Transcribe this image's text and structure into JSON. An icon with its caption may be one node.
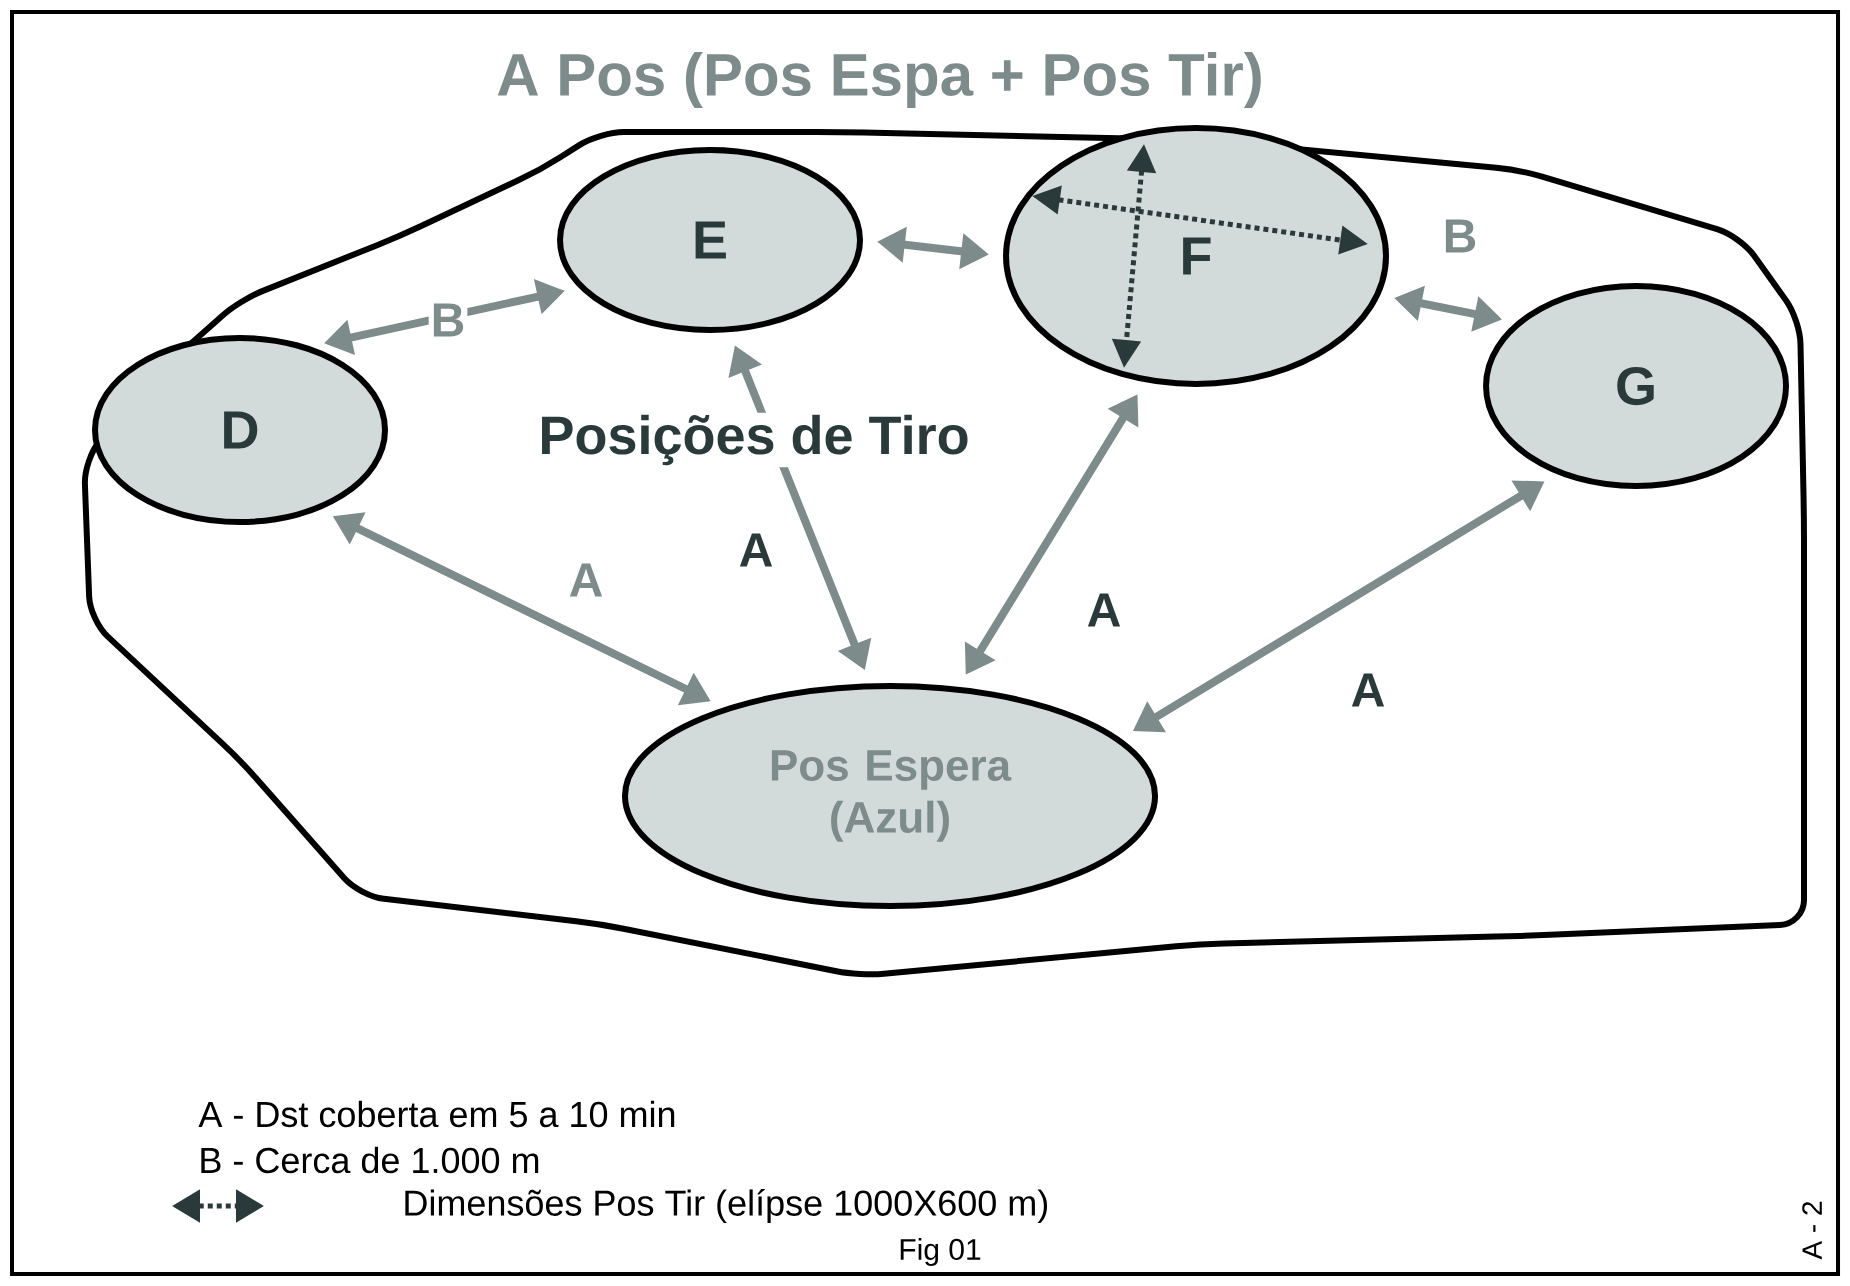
{
  "diagram": {
    "caption": "Fig 01",
    "nodes": [
      {
        "text": [
          "A Pos (Pos Espa + Pos Tir)"
        ]
      },
      {
        "text": [
          "D"
        ],
        "in": 0
      },
      {
        "text": [
          "E"
        ],
        "in": 0
      },
      {
        "text": [
          "F"
        ],
        "in": 0
      },
      {
        "text": [
          "G"
        ],
        "in": 0
      },
      {
        "text": [
          "Pos Espera (Azul)"
        ],
        "in": 0
      }
    ],
    "edges": [
      {
        "from": 1,
        "to": 2,
        "arrow": "both",
        "label": "B"
      },
      {
        "from": 2,
        "to": 3,
        "arrow": "both"
      },
      {
        "from": 3,
        "to": 4,
        "arrow": "both",
        "label": "B"
      },
      {
        "from": 5,
        "to": 1,
        "arrow": "both",
        "label": "A"
      },
      {
        "from": 5,
        "to": 2,
        "arrow": "both",
        "label": "A"
      },
      {
        "from": 5,
        "to": 3,
        "arrow": "both",
        "label": "A"
      },
      {
        "from": 5,
        "to": 4,
        "arrow": "both",
        "label": "A"
      }
    ],
    "labels": [
      "Posições de Tiro",
      "A - 2"
    ],
    "legend": [
      {
        "text": "A - Dst coberta em 5 a 10 min"
      },
      {
        "text": "B - Cerca de 1.000 m"
      },
      {
        "text": "Dimensões Pos Tir (elípse 1000X600 m)"
      }
    ]
  }
}
